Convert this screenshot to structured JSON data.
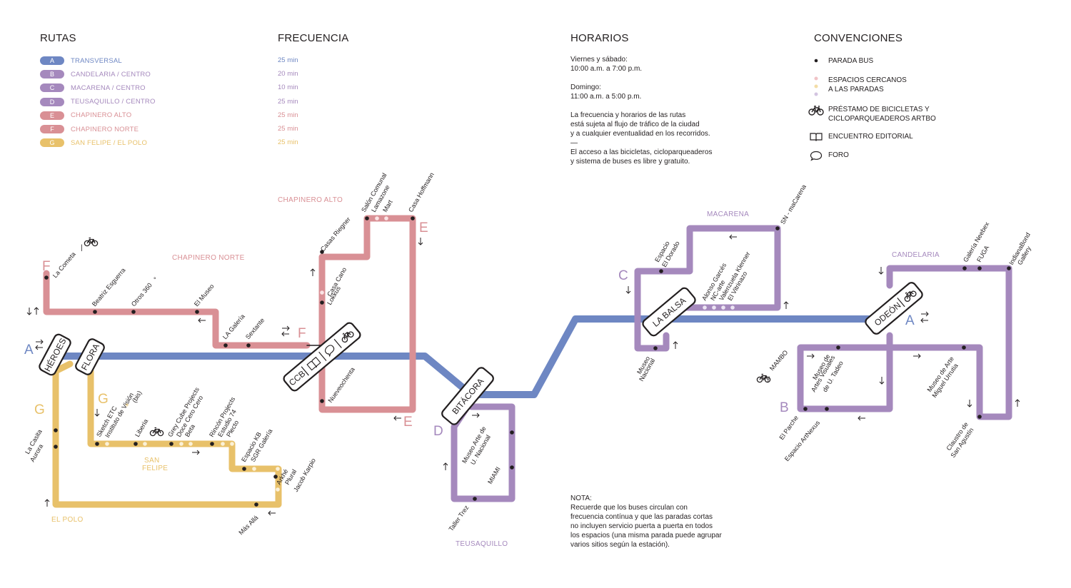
{
  "headings": {
    "rutas": "RUTAS",
    "frecuencia": "FRECUENCIA",
    "horarios": "HORARIOS",
    "convenciones": "CONVENCIONES"
  },
  "colors": {
    "blue": "#6e87c3",
    "purple": "#a589bd",
    "pink": "#d99095",
    "yellow": "#e8c16a",
    "black": "#231f20"
  },
  "routes": [
    {
      "letter": "A",
      "name": "TRANSVERSAL",
      "freq": "25 min",
      "color": "#6e87c3"
    },
    {
      "letter": "B",
      "name": "CANDELARIA / CENTRO",
      "freq": "20 min",
      "color": "#a589bd"
    },
    {
      "letter": "C",
      "name": "MACARENA / CENTRO",
      "freq": "10 min",
      "color": "#a589bd"
    },
    {
      "letter": "D",
      "name": "TEUSAQUILLO / CENTRO",
      "freq": "25 min",
      "color": "#a589bd"
    },
    {
      "letter": "E",
      "name": "CHAPINERO ALTO",
      "freq": "25 min",
      "color": "#d99095"
    },
    {
      "letter": "F",
      "name": "CHAPINERO NORTE",
      "freq": "25 min",
      "color": "#d99095"
    },
    {
      "letter": "G",
      "name": "SAN FELIPE / EL POLO",
      "freq": "25 min",
      "color": "#e8c16a"
    }
  ],
  "horarios": {
    "l1": "Viernes y sábado:",
    "l2": "10:00 a.m. a 7:00 p.m.",
    "l3": "Domingo:",
    "l4": "11:00 a.m. a 5:00 p.m.",
    "l5": "La frecuencia y horarios de las rutas",
    "l6": "está sujeta al flujo de tráfico de la ciudad",
    "l7": "y a cualquier eventualidad en los recorridos.",
    "l8": "—",
    "l9": "El acceso a las bicicletas, cicloparqueaderos",
    "l10": "y sistema de buses es libre y gratuito."
  },
  "convenciones": {
    "parada": "PARADA BUS",
    "espacios1": "ESPACIOS CERCANOS",
    "espacios2": "A LAS PARADAS",
    "prestamo1": "PRÉSTAMO DE BICICLETAS Y",
    "prestamo2": "CICLOPARQUEADEROS ARTBO",
    "encuentro": "ENCUENTRO EDITORIAL",
    "foro": "FORO"
  },
  "nota": {
    "l1": "NOTA:",
    "l2": "Recuerde que los buses circulan con",
    "l3": "frecuencia contínua y que las paradas cortas",
    "l4": "no incluyen servicio puerta a puerta en todos",
    "l5": "los espacios (una misma parada puede agrupar",
    "l6": "varios sitios según la estación)."
  },
  "map": {
    "zones": {
      "chapinero_alto": "CHAPINERO ALTO",
      "chapinero_norte": "CHAPINERO NORTE",
      "macarena": "MACARENA",
      "candelaria": "CANDELARIA",
      "teusaquillo": "TEUSAQUILLO",
      "el_polo": "EL POLO",
      "san": "SAN",
      "felipe": "FELIPE"
    },
    "hubs": {
      "heroes": "HÉROES",
      "flora": "FLORA",
      "ccb": "CCB",
      "bitacora": "BITÁCORA",
      "la_balsa": "LA BALSA",
      "odeon": "ODEÓN"
    },
    "route_letters": {
      "a": "A",
      "b": "B",
      "c": "C",
      "d": "D",
      "e": "E",
      "f": "F",
      "g": "G"
    },
    "stops": {
      "la_cometa": "La Cometa",
      "beatriz": "Beatriz Esguerra",
      "otros360": "Otros 360",
      "el_museo": "El Museo",
      "la_galeria": "LA Galería",
      "sextante": "Sextante",
      "casas_riegner": "Casas Riegner",
      "salon_comunal": "Salón Comunal",
      "lamazone": "Lamazone",
      "mart": "Mart",
      "casa_hoffmann": "Casa Hoffmann",
      "casa_cano": "Casa Cano",
      "lokkus": "Lokkus",
      "nueveochenta": "Nueveochenta",
      "sketch": "Sketch ETC",
      "bis": "(bis)",
      "instituto": "Instituto de Visión",
      "liberia": "Liberia",
      "grey_cube": "Grey Cube Projects",
      "doce_cero": "Doce Cero Cero",
      "beta": "Beta",
      "rincon": "Rincón Projects",
      "estudio74": "Estudio 74",
      "plecto": "Plecto",
      "espacio_kb": "Espacio KB",
      "sgr": "SGR Galería",
      "arkhe": "Arkhé",
      "plural": "Plural",
      "jacob": "Jacob Karpio",
      "mas_alla": "Más Allá",
      "la_casita": "La Casita",
      "aurora": "Aurora",
      "museo_arte_un1": "Museo Arte de",
      "museo_arte_un2": "U. Nacional",
      "miami": "MIAMI",
      "taller_trez": "Taller Trez",
      "espacio1": "Espacio",
      "el_dorado": "El Dorado",
      "alonso": "Alonso Garcés",
      "ncarte": "NC-arte",
      "valenzuela": "Valenzuela Klenner",
      "el_vitrinazo": "El Vitrinazo",
      "sn_macarena": "SN - maCarena",
      "museo_nac1": "Museo",
      "museo_nac2": "Nacional",
      "galeria_neebex": "Galería Neebex",
      "fuga": "FUGA",
      "indiana1": "IndianaBond",
      "indiana2": "Gallery",
      "mambo": "MAMBO",
      "mav1": "Museo de",
      "mav2": "Artes Visuales",
      "mav3": "de U. Tadeo",
      "mam1": "Museo de Arte",
      "mam2": "Miguel Urrutia",
      "el_parche": "El Parche",
      "artnexus": "Espacio ArtNexus",
      "claustro1": "Claustro de",
      "claustro2": "San Agustín"
    }
  }
}
